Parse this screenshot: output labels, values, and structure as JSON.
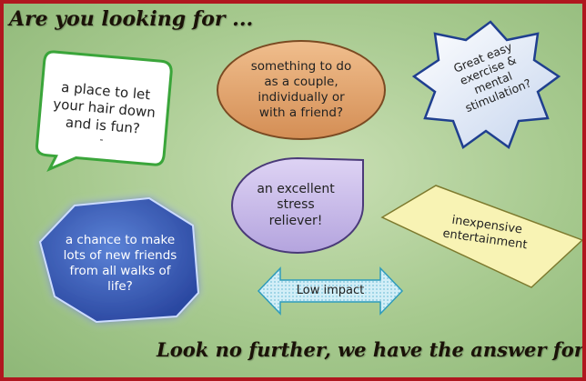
{
  "heading": "Are you looking for ...",
  "footer": "Look no further, we have the answer for you!",
  "shapes": {
    "speech": {
      "lines": [
        "a place to let",
        "your hair down",
        "and is fun?",
        "-"
      ],
      "color": "#ffffff",
      "border": "#3aa53a"
    },
    "oval": {
      "lines": [
        "something to do",
        "as a couple,",
        "individually or",
        "with a friend?"
      ],
      "color": "#e3a874",
      "border": "#7a4a22"
    },
    "star": {
      "lines": [
        "Great easy",
        "exercise &",
        "mental",
        "stimulation?"
      ],
      "color": "#e4ecf8",
      "border": "#1f3f8f"
    },
    "teardrop": {
      "lines": [
        "an excellent",
        "stress",
        "reliever!"
      ],
      "color": "#ccc0ea",
      "border": "#4a3a78"
    },
    "diamond": {
      "lines": [
        "inexpensive",
        "entertainment"
      ],
      "color": "#f8f3b4",
      "border": "#7d7a2e"
    },
    "octagon": {
      "lines": [
        "a chance to make",
        "lots of new friends",
        "from all walks of",
        "life?"
      ],
      "color": "#3b5db8",
      "text_color": "#ffffff"
    },
    "arrow": {
      "label": "Low impact",
      "color": "#d2eef7",
      "border": "#2e9bbb"
    }
  },
  "colors": {
    "frame": "#b0171f",
    "background": "#a6c98e"
  }
}
